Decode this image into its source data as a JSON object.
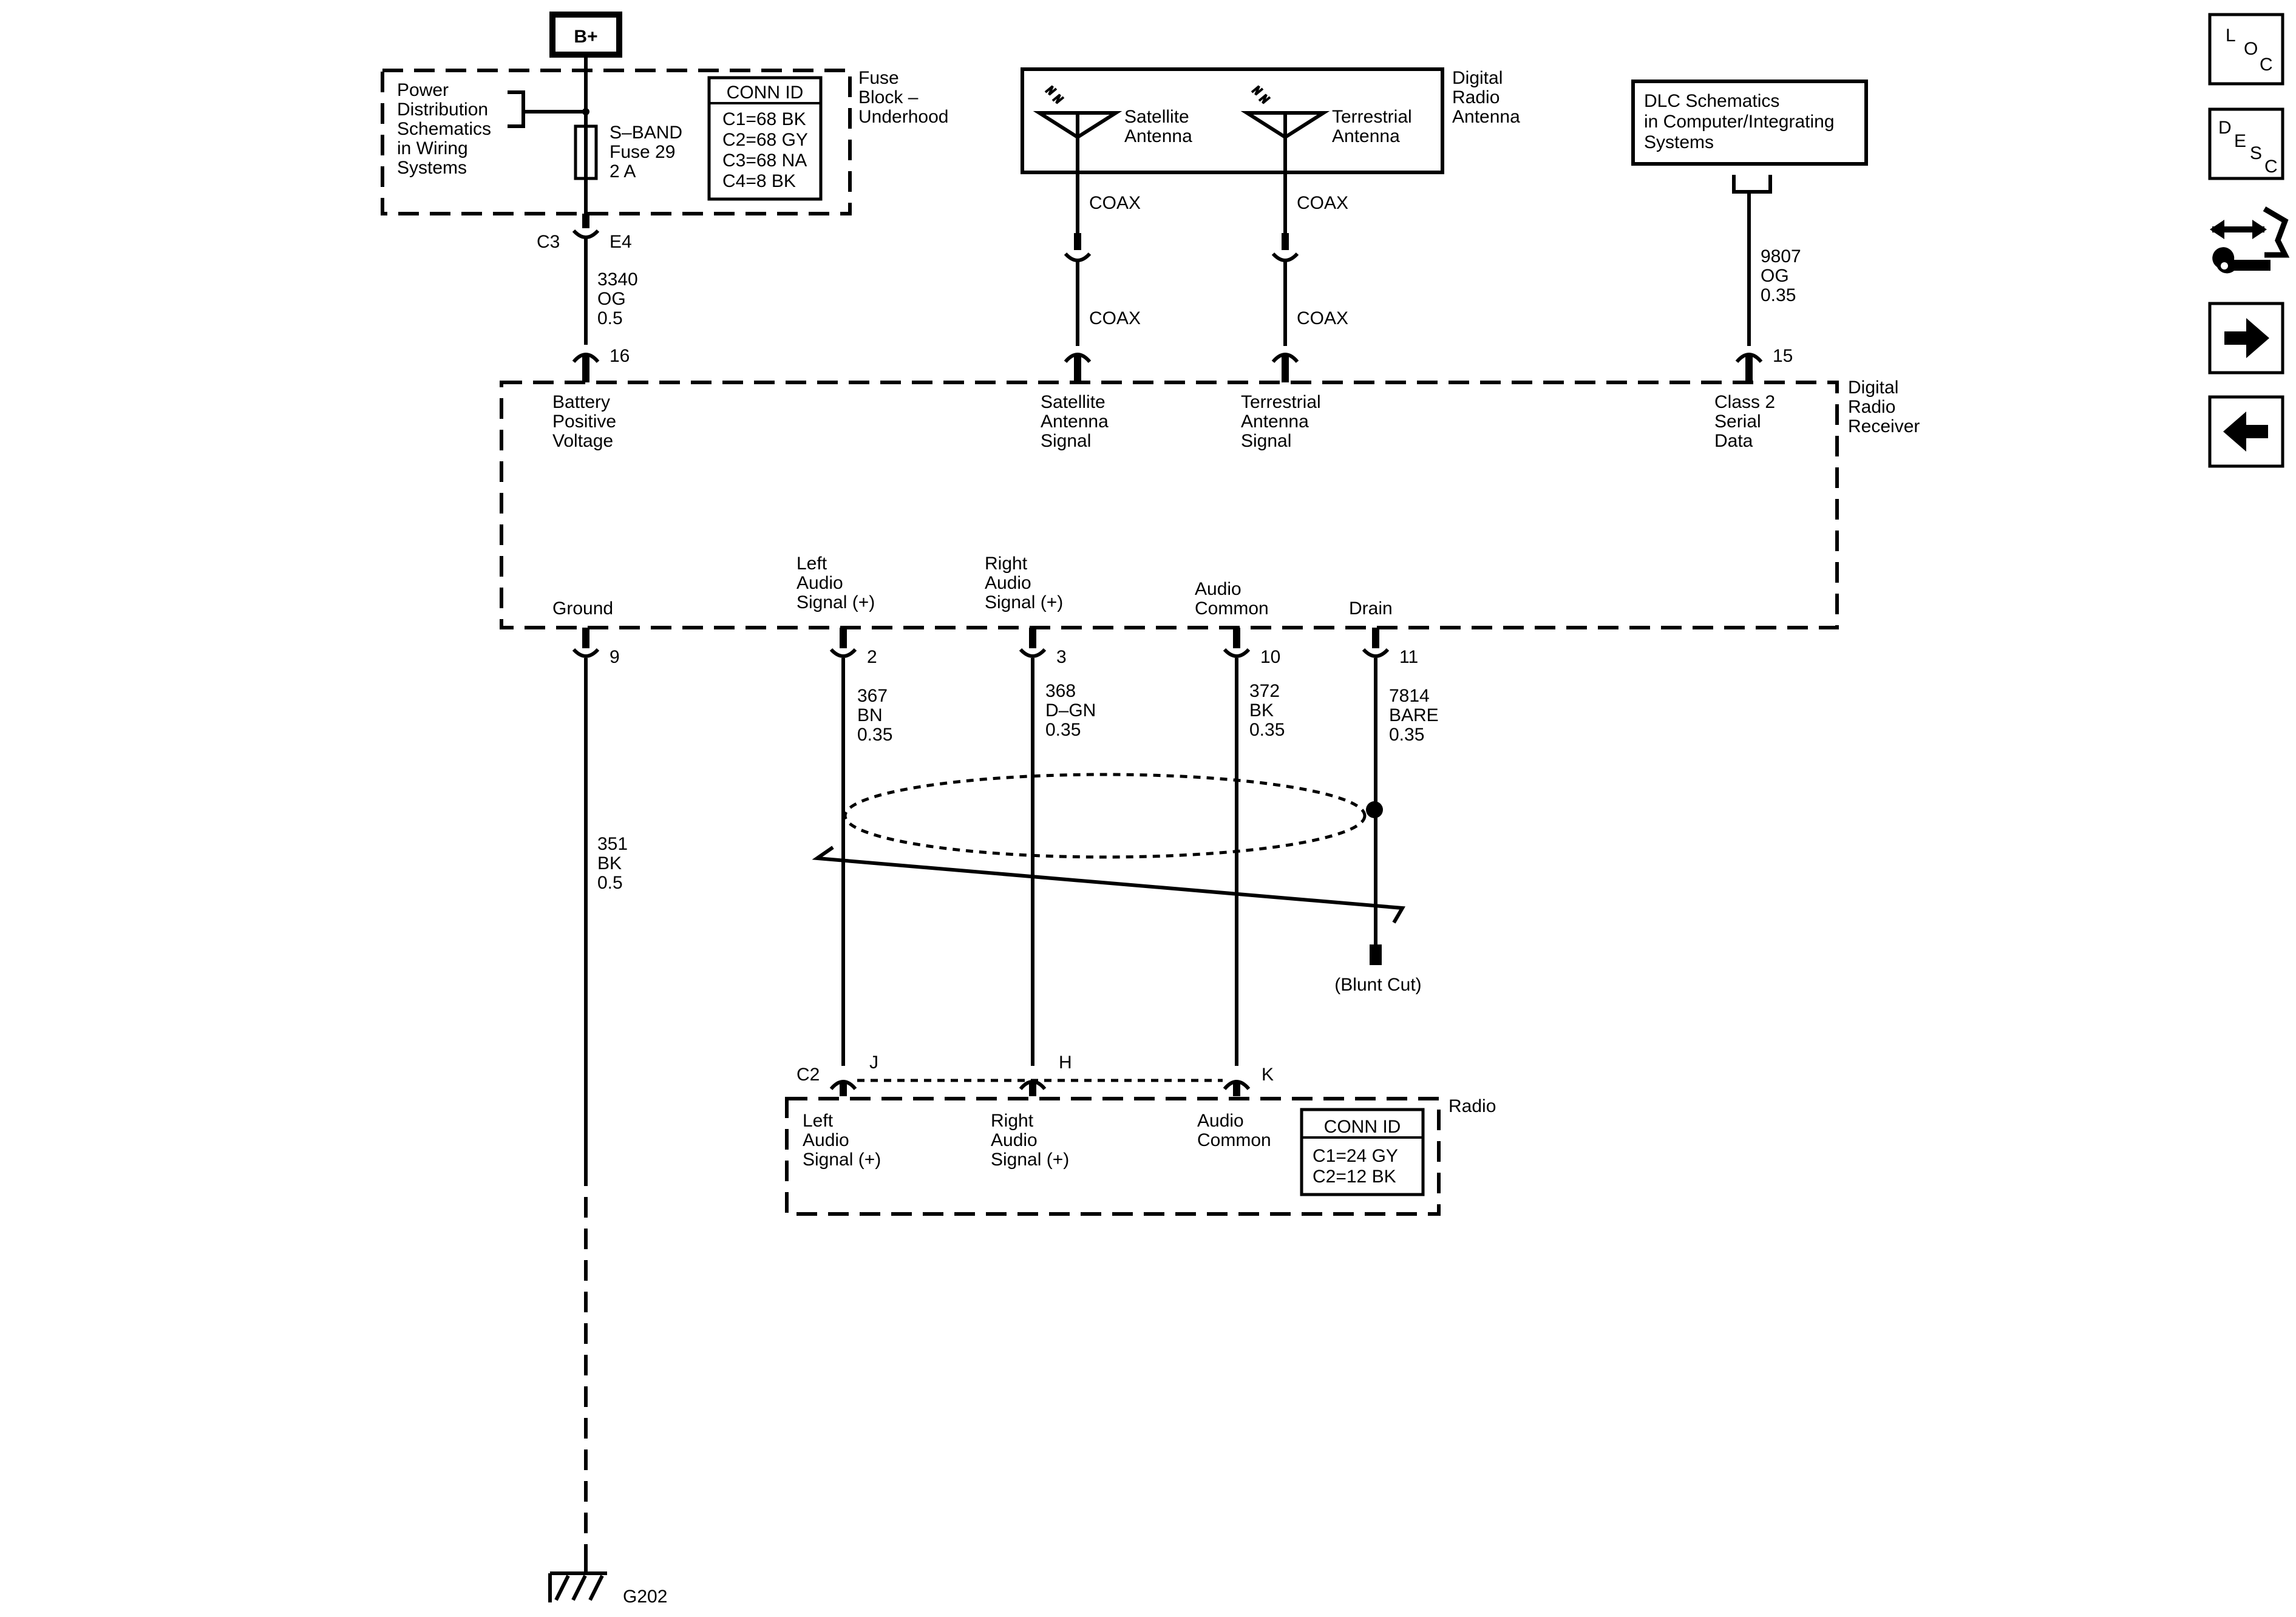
{
  "top": {
    "b_plus": "B+"
  },
  "fuse_block": {
    "name": [
      "Fuse",
      "Block –",
      "Underhood"
    ],
    "ref": [
      "Power",
      "Distribution",
      "Schematics",
      "in Wiring",
      "Systems"
    ],
    "fuse": [
      "S–BAND",
      "Fuse 29",
      "2 A"
    ],
    "conn_title": "CONN ID",
    "conn": [
      "C1=68 BK",
      "C2=68 GY",
      "C3=68 NA",
      "C4=8 BK"
    ],
    "conn_label": "C3",
    "pin": "E4"
  },
  "antenna": {
    "name": [
      "Digital",
      "Radio",
      "Antenna"
    ],
    "satellite": [
      "Satellite",
      "Antenna"
    ],
    "terrestrial": [
      "Terrestrial",
      "Antenna"
    ]
  },
  "dlc": {
    "text": [
      "DLC Schematics",
      "in Computer/Integrating",
      "Systems"
    ]
  },
  "wires": {
    "b_plus": [
      "3340",
      "OG",
      "0.5"
    ],
    "coax": "COAX",
    "dlc": [
      "9807",
      "OG",
      "0.35"
    ],
    "ground": [
      "351",
      "BK",
      "0.5"
    ],
    "left": [
      "367",
      "BN",
      "0.35"
    ],
    "right": [
      "368",
      "D–GN",
      "0.35"
    ],
    "common": [
      "372",
      "BK",
      "0.35"
    ],
    "drain": [
      "7814",
      "BARE",
      "0.35"
    ]
  },
  "receiver": {
    "name": [
      "Digital",
      "Radio",
      "Receiver"
    ],
    "pins_top": [
      "16",
      "15"
    ],
    "pins_bottom": [
      "9",
      "2",
      "3",
      "10",
      "11"
    ],
    "battery": [
      "Battery",
      "Positive",
      "Voltage"
    ],
    "sat_signal": [
      "Satellite",
      "Antenna",
      "Signal"
    ],
    "ter_signal": [
      "Terrestrial",
      "Antenna",
      "Signal"
    ],
    "class2": [
      "Class 2",
      "Serial",
      "Data"
    ],
    "ground": "Ground",
    "left": [
      "Left",
      "Audio",
      "Signal (+)"
    ],
    "right": [
      "Right",
      "Audio",
      "Signal (+)"
    ],
    "common": [
      "Audio",
      "Common"
    ],
    "drain": "Drain"
  },
  "blunt_cut": "(Blunt Cut)",
  "radio": {
    "name": "Radio",
    "conn_label": "C2",
    "pins": [
      "J",
      "H",
      "K"
    ],
    "left": [
      "Left",
      "Audio",
      "Signal (+)"
    ],
    "right": [
      "Right",
      "Audio",
      "Signal (+)"
    ],
    "common": [
      "Audio",
      "Common"
    ],
    "conn_title": "CONN ID",
    "conn": [
      "C1=24 GY",
      "C2=12 BK"
    ]
  },
  "ground_point": "G202",
  "nav": {
    "loc": [
      "L",
      "O",
      "C"
    ],
    "desc": [
      "D",
      "E",
      "S",
      "C"
    ]
  }
}
